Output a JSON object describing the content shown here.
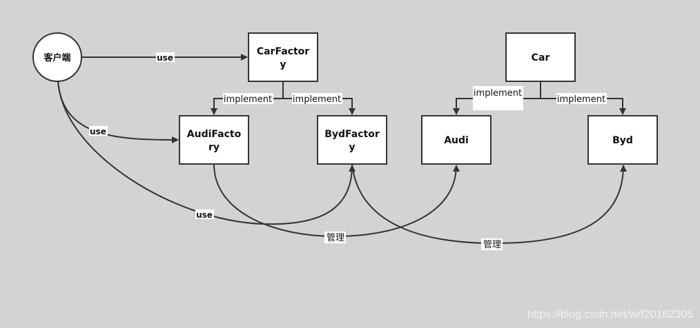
{
  "nodes": {
    "client": "客户端",
    "car_factory": [
      "CarFactor",
      "y"
    ],
    "audi_factory": [
      "AudiFacto",
      "ry"
    ],
    "byd_factory": [
      "BydFactor",
      "y"
    ],
    "car": "Car",
    "audi": "Audi",
    "byd": "Byd"
  },
  "edges": {
    "client_to_carfactory": "use",
    "client_to_audifactory": "use",
    "client_to_bydfactory": "use",
    "carfactory_to_audifactory": "implement",
    "carfactory_to_bydfactory": "implement",
    "car_to_audi": "implement",
    "car_to_byd": "implement",
    "audifactory_manages_audi": "管理",
    "bydfactory_manages_byd": "管理"
  },
  "watermark": "https://blog.csdn.net/wrf20162305",
  "colors": {
    "background": "#d3d3d3",
    "node_fill": "#ffffff",
    "stroke": "#333333"
  }
}
